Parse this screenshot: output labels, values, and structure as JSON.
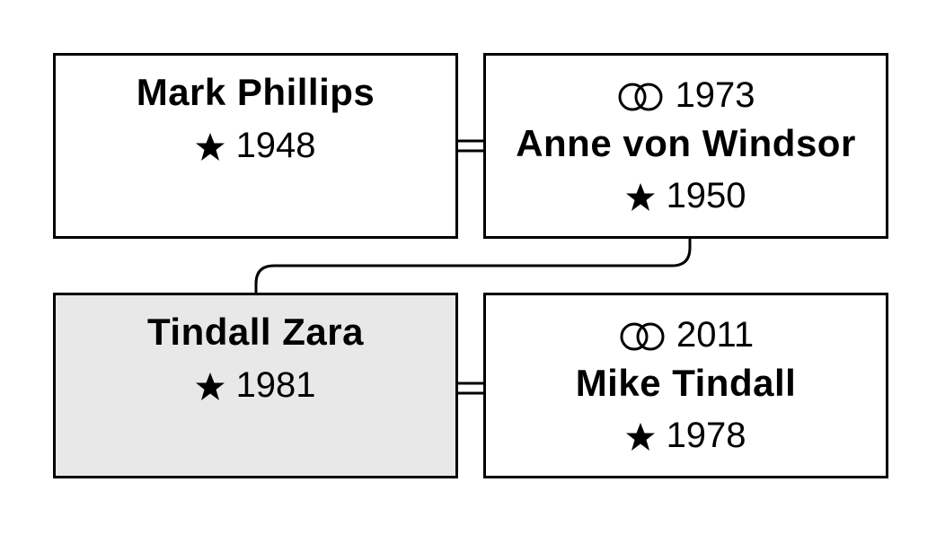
{
  "people": {
    "mark": {
      "name": "Mark Phillips",
      "born": "1948"
    },
    "anne": {
      "married": "1973",
      "name": "Anne von Windsor",
      "born": "1950"
    },
    "zara": {
      "name": "Tindall Zara",
      "born": "1981"
    },
    "mike": {
      "married": "2011",
      "name": "Mike Tindall",
      "born": "1978"
    }
  },
  "icons": {
    "birth": "star-icon",
    "marriage": "rings-icon"
  },
  "colors": {
    "highlight": "#e8e8e8",
    "border": "#000000"
  }
}
